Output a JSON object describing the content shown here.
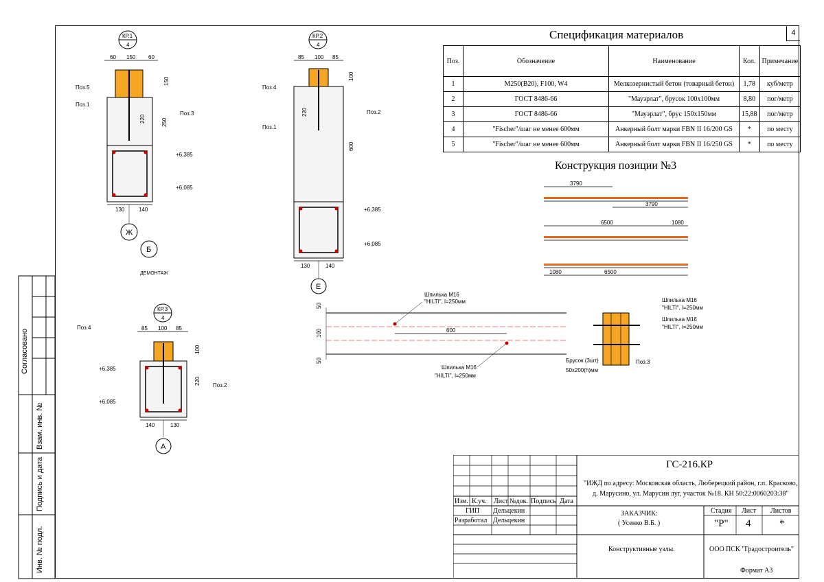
{
  "sheet": {
    "number_corner": "4",
    "format": "Формат А3"
  },
  "left_strip": {
    "agreed": "Согласовано",
    "replaced_inv": "Взам. инв. №",
    "signature_date": "Подпись и дата",
    "inv_original": "Инв. № подл."
  },
  "spec": {
    "title": "Спецификация материалов",
    "headers": [
      "Поз.",
      "Обозначение",
      "Наименование",
      "Кол.",
      "Примечание"
    ],
    "rows": [
      {
        "pos": "1",
        "designation": "М250(В20), F100, W4",
        "name": "Мелкозернистый бетон (товарный бетон)",
        "qty": "1,78",
        "note": "куб/метр"
      },
      {
        "pos": "2",
        "designation": "ГОСТ 8486-66",
        "name": "\"Мауэрлат\", брусок 100х100мм",
        "qty": "8,80",
        "note": "пог/метр"
      },
      {
        "pos": "3",
        "designation": "ГОСТ 8486-66",
        "name": "\"Мауэрлат\", брус 150х150мм",
        "qty": "15,88",
        "note": "пог/метр"
      },
      {
        "pos": "4",
        "designation": "\"Fischer\"/шаг не менее 600мм",
        "name": "Анкерный болт марки FBN II 16/200 GS",
        "qty": "*",
        "note": "по месту"
      },
      {
        "pos": "5",
        "designation": "\"Fischer\"/шаг не менее 600мм",
        "name": "Анкерный болт марки FBN II 16/250 GS",
        "qty": "*",
        "note": "по месту"
      }
    ]
  },
  "construction": {
    "title": "Конструкция позиции №3",
    "dims": [
      "3790",
      "3790",
      "6500",
      "1080",
      "1080",
      "6500"
    ]
  },
  "kp1": {
    "mark": "КР.1",
    "sheet": "4",
    "top_dims": [
      "60",
      "150",
      "60"
    ],
    "side_dims": [
      "150",
      "250",
      "220"
    ],
    "bottom_dims": [
      "130",
      "140"
    ],
    "levels": [
      "+6,385",
      "+6,085"
    ],
    "labels": [
      "Поз.5",
      "Поз.1",
      "Поз.3"
    ],
    "axes": [
      "Ж",
      "Б"
    ],
    "axis_note": "ДЕМОНТАЖ"
  },
  "kp2": {
    "mark": "КР.2",
    "sheet": "4",
    "top_dims": [
      "85",
      "100",
      "85"
    ],
    "side_dims": [
      "100",
      "600",
      "220"
    ],
    "bottom_dims": [
      "130",
      "140"
    ],
    "levels": [
      "+6,385",
      "+6,085"
    ],
    "labels": [
      "Поз.4",
      "Поз.1",
      "Поз.2"
    ],
    "axes": [
      "Е"
    ]
  },
  "kp3": {
    "mark": "КР.3",
    "sheet": "4",
    "top_dims": [
      "85",
      "100",
      "85"
    ],
    "side_dims": [
      "100",
      "220"
    ],
    "bottom_dims": [
      "140",
      "130"
    ],
    "levels": [
      "+6,385",
      "+6,085"
    ],
    "labels": [
      "Поз.4",
      "Поз.2"
    ],
    "axes": [
      "А"
    ]
  },
  "plan": {
    "left_dims": [
      "50",
      "100",
      "50"
    ],
    "mid_dim": "600",
    "stud_top": "Шпилька М16",
    "stud_top2": "\"HILTI\", l=250мм",
    "stud_bottom": "Шпилька М16",
    "stud_bottom2": "\"HILTI\", l=250мм"
  },
  "beam_section": {
    "stud1": "Шпилька М16",
    "stud1b": "\"HILTI\", l=250мм",
    "stud2": "Шпилька М16",
    "stud2b": "\"HILTI\", l=250мм",
    "bar": "Брусок (3шт)",
    "bar_size": "50х200(h)мм",
    "pos": "Поз.3"
  },
  "title_block": {
    "code": "ГС-216.КР",
    "object_line1": "\"ИЖД по адресу: Московская область, Люберецкий район, г.п. Красково,",
    "object_line2": "д. Марусино, ул. Марусин луг, участок №18. КН 50:22:0060203:38\"",
    "cols": [
      "Изм.",
      "К.уч.",
      "Лист",
      "№док.",
      "Подпись",
      "Дата"
    ],
    "gip_role": "ГИП",
    "gip_name": "Дельцекин",
    "dev_role": "Разработал",
    "dev_name": "Дельцекин",
    "customer_label": "ЗАКАЗЧИК:",
    "customer_name": "( Усенко В.Б. )",
    "stage_label": "Стадия",
    "stage_value": "\"Р\"",
    "sheet_label": "Лист",
    "sheet_value": "4",
    "sheets_label": "Листов",
    "sheets_value": "*",
    "drawing_name": "Конструктивные узлы.",
    "company": "ООО ПСК \"Градостроитель\""
  }
}
